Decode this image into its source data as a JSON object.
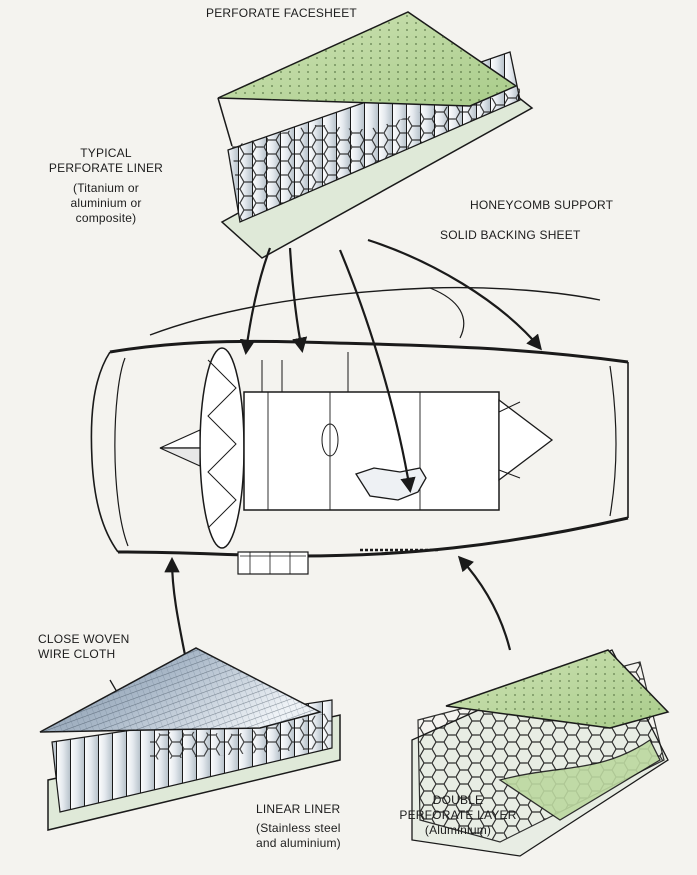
{
  "labels": {
    "perforate_facesheet": "PERFORATE FACESHEET",
    "typical_liner": {
      "line1": "TYPICAL",
      "line2": "PERFORATE LINER",
      "note1": "(Titanium or",
      "note2": "aluminium or",
      "note3": "composite)"
    },
    "honeycomb_support": "HONEYCOMB SUPPORT",
    "solid_backing_sheet": "SOLID BACKING SHEET",
    "close_woven": {
      "line1": "CLOSE WOVEN",
      "line2": "WIRE CLOTH"
    },
    "linear_liner": {
      "line1": "LINEAR LINER",
      "note1": "(Stainless steel",
      "note2": "and aluminium)"
    },
    "double_perforate": {
      "line1": "DOUBLE",
      "line2": "PERFORATE LAYER",
      "note1": "(Aluminium)"
    }
  },
  "colors": {
    "facesheet_green": "#b9d79a",
    "outline": "#1a1a1a",
    "backing_sheet": "#dfe9d8",
    "background": "#f4f3ef"
  },
  "icons": {
    "engine": "turbofan-nacelle-cutaway",
    "panels": "honeycomb-sandwich-panel"
  }
}
